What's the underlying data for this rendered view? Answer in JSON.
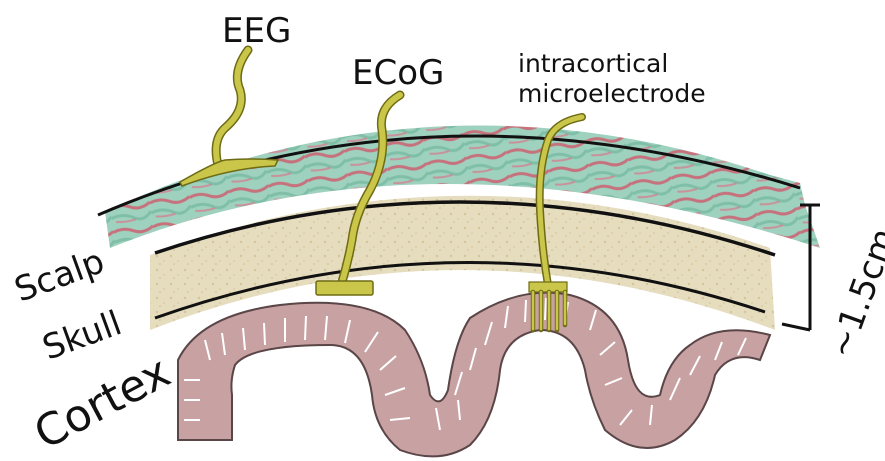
{
  "labels": {
    "eeg": "EEG",
    "ecog": "ECoG",
    "intracortical_line1": "intracortical",
    "intracortical_line2": "microelectrode",
    "scalp": "Scalp",
    "skull": "Skull",
    "cortex": "Cortex",
    "scale": "~1.5cm"
  },
  "colors": {
    "electrode": "#c9c64a",
    "electrode_stroke": "#6e6b14",
    "scalp_base": "#9fd1bf",
    "scalp_red": "#cf5a6d",
    "skull": "#e6dcbe",
    "cortex": "#c8a1a3",
    "cortex_stroke": "#5a4547",
    "arrow": "#ffffff"
  }
}
